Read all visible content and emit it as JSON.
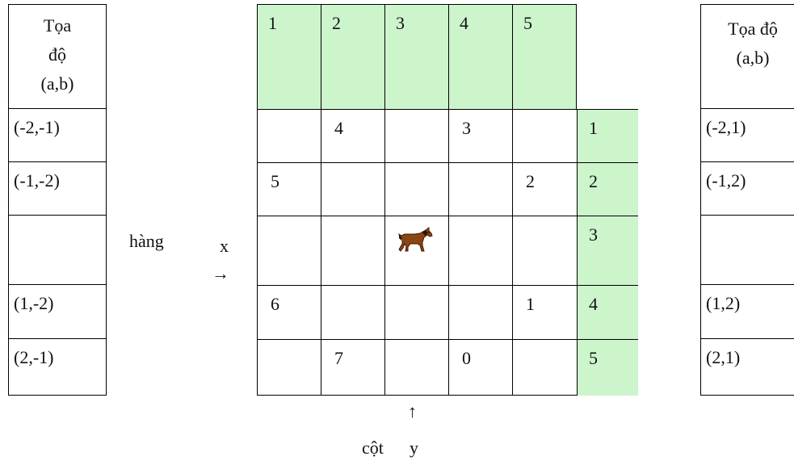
{
  "left_table": {
    "header": [
      "Tọa",
      "độ",
      "(a,b)"
    ],
    "rows": [
      "(-2,-1)",
      "(-1,-2)",
      "",
      "(1,-2)",
      "(2,-1)"
    ]
  },
  "right_table": {
    "header": [
      "Tọa độ",
      "(a,b)"
    ],
    "rows": [
      "(-2,1)",
      "(-1,2)",
      "",
      "(1,2)",
      "(2,1)"
    ]
  },
  "board": {
    "column_numbers": [
      "1",
      "2",
      "3",
      "4",
      "5"
    ],
    "row_numbers": [
      "1",
      "2",
      "3",
      "4",
      "5"
    ],
    "cells": [
      [
        "",
        "4",
        "",
        "3",
        ""
      ],
      [
        "5",
        "",
        "",
        "",
        "2"
      ],
      [
        "",
        "",
        "",
        "",
        ""
      ],
      [
        "6",
        "",
        "",
        "",
        "1"
      ],
      [
        "",
        "7",
        "",
        "0",
        ""
      ]
    ],
    "knight": {
      "row": 3,
      "col": 3,
      "icon": "horse-icon"
    }
  },
  "labels": {
    "row_word": "hàng",
    "row_var": "x",
    "row_arrow": "→",
    "col_arrow": "↑",
    "col_word": "cột",
    "col_var": "y"
  },
  "colors": {
    "highlight": "#ccf5cc",
    "grid": "#000000"
  }
}
